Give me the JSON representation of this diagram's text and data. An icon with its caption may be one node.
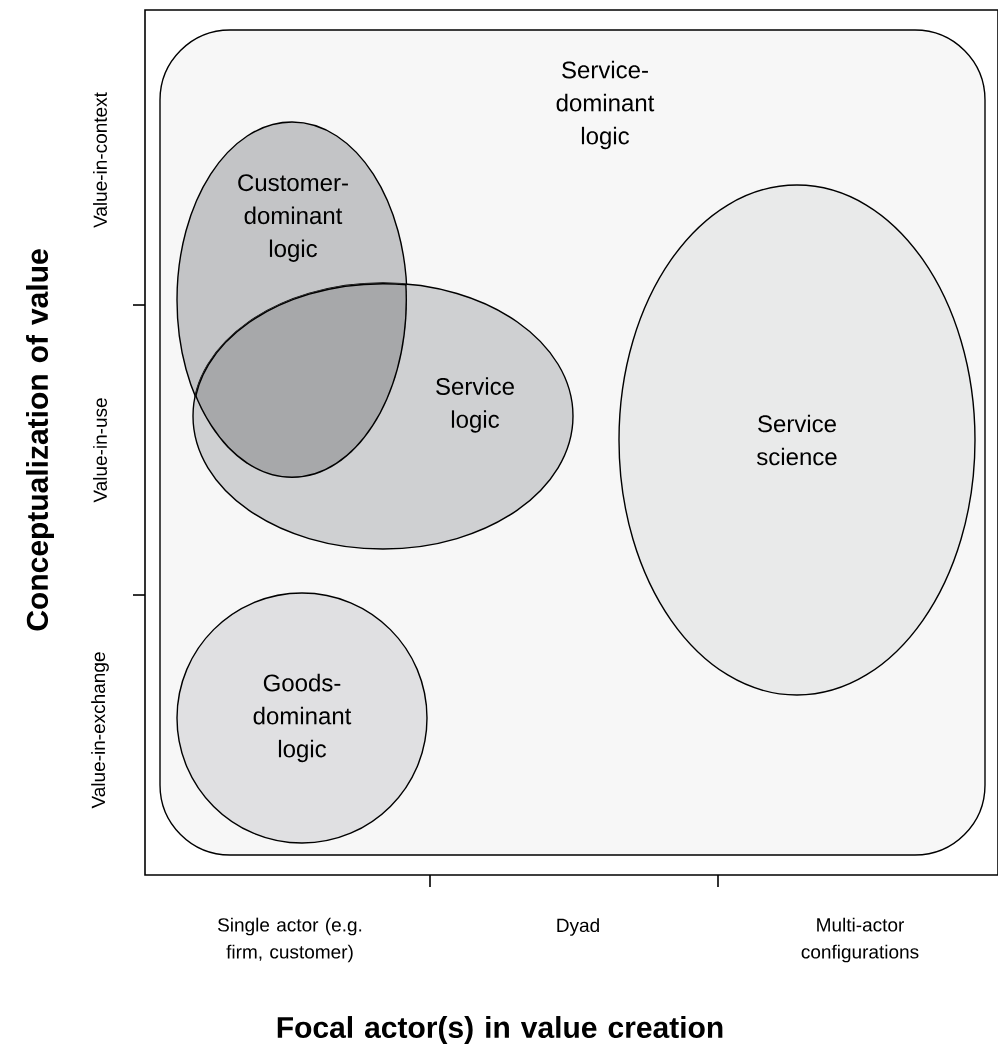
{
  "diagram": {
    "nodes": [
      {
        "text": [
          "Service-dominant logic"
        ]
      },
      {
        "text": [
          "Customer-dominant logic"
        ],
        "in": 0
      },
      {
        "text": [
          "Service logic"
        ],
        "in": 0
      },
      {
        "text": [
          "Service science"
        ],
        "in": 0
      },
      {
        "text": [
          "Goods-dominant logic"
        ],
        "in": 0
      }
    ],
    "labels": [
      "Conceptualization of value",
      "Value-in-context",
      "Value-in-use",
      "Value-in-exchange",
      "Single actor (e.g. firm, customer)",
      "Dyad",
      "Multi-actor configurations",
      "Focal actor(s) in value creation"
    ]
  }
}
